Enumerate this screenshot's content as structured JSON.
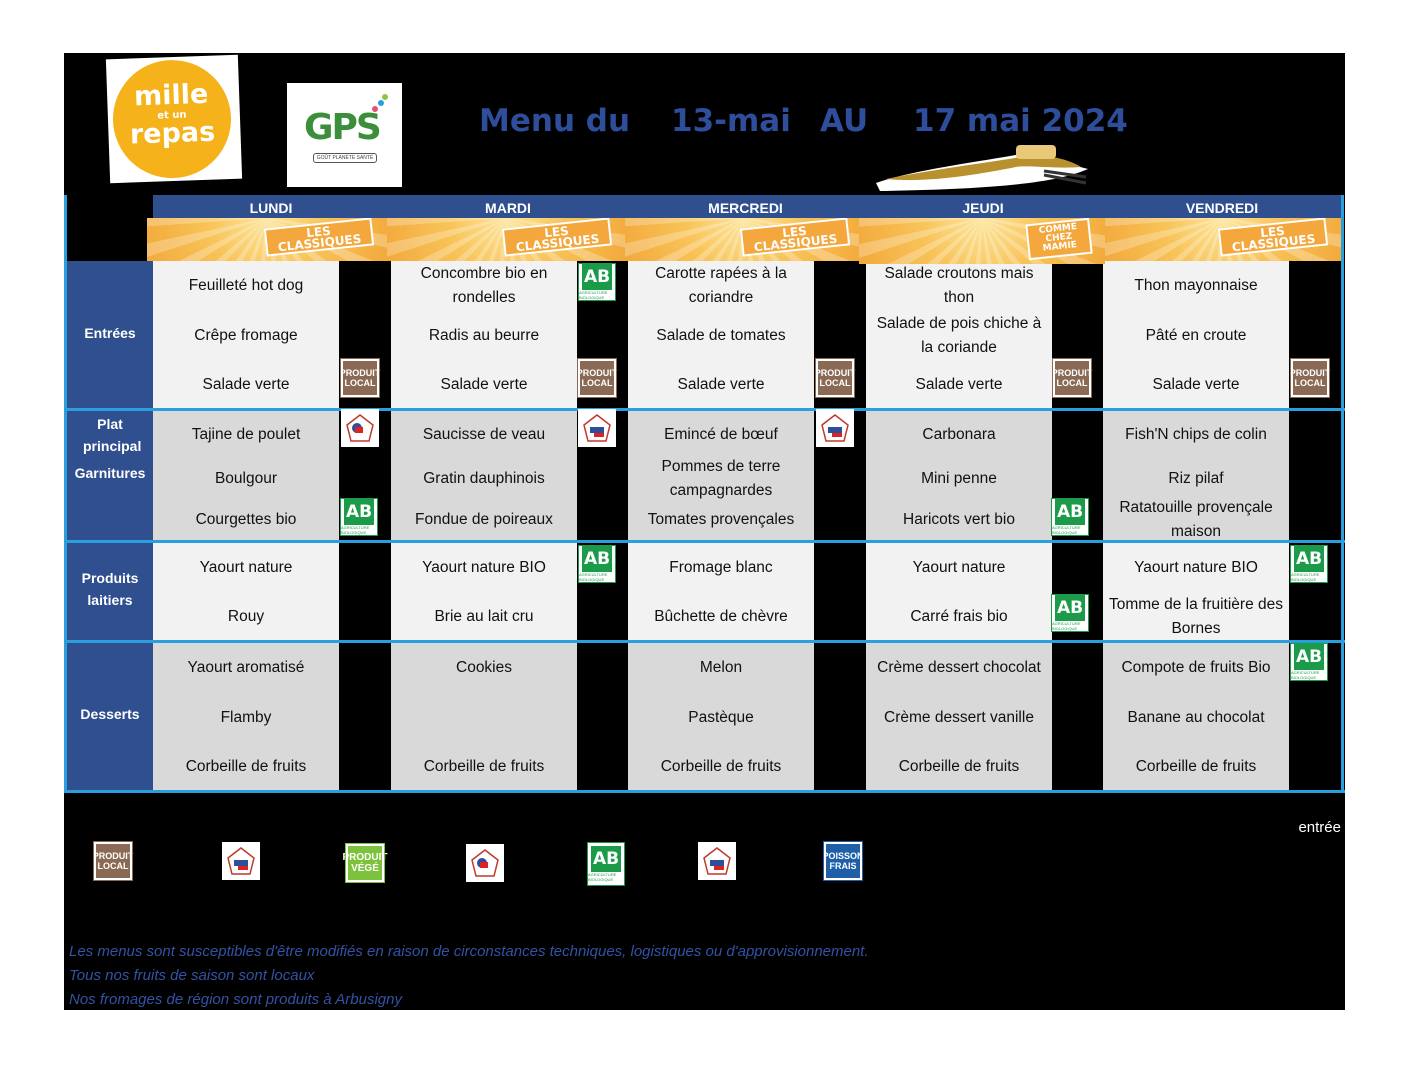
{
  "logos": {
    "mille_line1": "mille",
    "mille_line2": "et un",
    "mille_line3": "repas",
    "gps": "GPS",
    "gps_sub": "GOÛT PLANÈTE SANTÉ"
  },
  "title": {
    "menu_du": "Menu du",
    "start": "13-mai",
    "au": "AU",
    "end": "17 mai 2024"
  },
  "days": [
    {
      "name": "LUNDI",
      "banner": "LES CLASSIQUES",
      "entrees": [
        "Feuilleté hot dog",
        "Crêpe fromage",
        "Salade verte"
      ],
      "plats": [
        "Tajine de poulet",
        "Boulgour",
        "Courgettes bio"
      ],
      "laitiers": [
        "Yaourt nature",
        "Rouy"
      ],
      "desserts": [
        "Yaourt aromatisé",
        "Flamby",
        "Corbeille de fruits"
      ]
    },
    {
      "name": "MARDI",
      "banner": "LES CLASSIQUES",
      "entrees": [
        "Concombre bio en rondelles",
        "Radis au beurre",
        "Salade verte"
      ],
      "plats": [
        "Saucisse de veau",
        "Gratin dauphinois",
        "Fondue de poireaux"
      ],
      "laitiers": [
        "Yaourt nature BIO",
        "Brie au lait cru"
      ],
      "desserts": [
        "Cookies",
        "",
        "Corbeille de fruits"
      ]
    },
    {
      "name": "MERCREDI",
      "banner": "LES CLASSIQUES",
      "entrees": [
        "Carotte rapées à la coriandre",
        "Salade de tomates",
        "Salade verte"
      ],
      "plats": [
        "Emincé de bœuf",
        "Pommes de terre campagnardes",
        "Tomates provençales"
      ],
      "laitiers": [
        "Fromage blanc",
        "Bûchette de chèvre"
      ],
      "desserts": [
        "Melon",
        "Pastèque",
        "Corbeille de fruits"
      ]
    },
    {
      "name": "JEUDI",
      "banner": "COMME CHEZ MAMIE",
      "entrees": [
        "Salade croutons mais thon",
        "Salade de pois chiche à la coriande",
        "Salade verte"
      ],
      "plats": [
        "Carbonara",
        "Mini penne",
        "Haricots vert bio"
      ],
      "laitiers": [
        "Yaourt nature",
        "Carré frais bio"
      ],
      "desserts": [
        "Crème dessert chocolat",
        "Crème dessert vanille",
        "Corbeille de fruits"
      ]
    },
    {
      "name": "VENDREDI",
      "banner": "LES CLASSIQUES",
      "entrees": [
        "Thon mayonnaise",
        "Pâté en croute",
        "Salade verte"
      ],
      "plats": [
        "Fish'N chips de colin",
        "Riz pilaf",
        "Ratatouille provençale maison"
      ],
      "laitiers": [
        "Yaourt nature BIO",
        "Tomme de la fruitière des Bornes"
      ],
      "desserts": [
        "Compote de fruits Bio",
        "Banane au chocolat",
        "Corbeille de fruits"
      ]
    }
  ],
  "row_labels": {
    "entrees": "Entrées",
    "plat": "Plat principal",
    "garnitures": "Garnitures",
    "laitiers": "Produits laitiers",
    "desserts": "Desserts"
  },
  "icons": {
    "local": "PRODUIT LOCAL",
    "ab": "AB",
    "ab_text": "AGRICULTURE BIOLOGIQUE",
    "vege": "PRODUIT VÉGÉ",
    "poisson": "POISSON FRAIS"
  },
  "entree_note": "entrée",
  "footnotes": [
    "Les menus sont susceptibles d'être modifiés en raison de circonstances techniques, logistiques ou d'approvisionnement.",
    "Tous nos fruits de saison sont locaux",
    "Nos fromages de région sont produits à Arbusigny"
  ],
  "colors": {
    "header_blue": "#2f4f8f",
    "separator": "#29a0dd",
    "title": "#2e4d9a",
    "bio_green": "#1b9a4a"
  }
}
